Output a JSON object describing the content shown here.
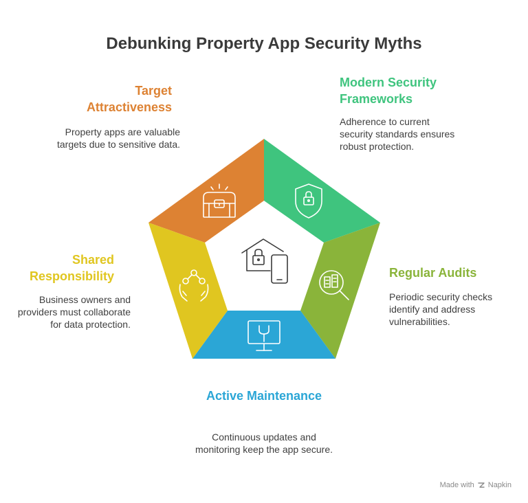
{
  "title": "Debunking Property App Security Myths",
  "segments": {
    "target": {
      "heading": "Target Attractiveness",
      "description": "Property apps are valuable targets due to sensitive data.",
      "color": "#dd8233",
      "icon": "treasure-chest-icon"
    },
    "modern": {
      "heading": "Modern Security Frameworks",
      "description": "Adherence to current security standards ensures robust protection.",
      "color": "#3fc47e",
      "icon": "shield-lock-icon"
    },
    "audits": {
      "heading": "Regular Audits",
      "description": "Periodic security checks identify and address vulnerabilities.",
      "color": "#8ab43a",
      "icon": "magnifier-audit-icon"
    },
    "maintenance": {
      "heading": "Active Maintenance",
      "description": "Continuous updates and monitoring keep the app secure.",
      "color": "#2ba6d6",
      "icon": "monitor-wrench-icon"
    },
    "shared": {
      "heading": "Shared Responsibility",
      "description": "Business owners and providers must collaborate for data protection.",
      "color": "#e0c620",
      "icon": "hands-network-icon"
    }
  },
  "center_icon": "house-lock-phone-icon",
  "footer": {
    "prefix": "Made with",
    "brand": "Napkin"
  }
}
